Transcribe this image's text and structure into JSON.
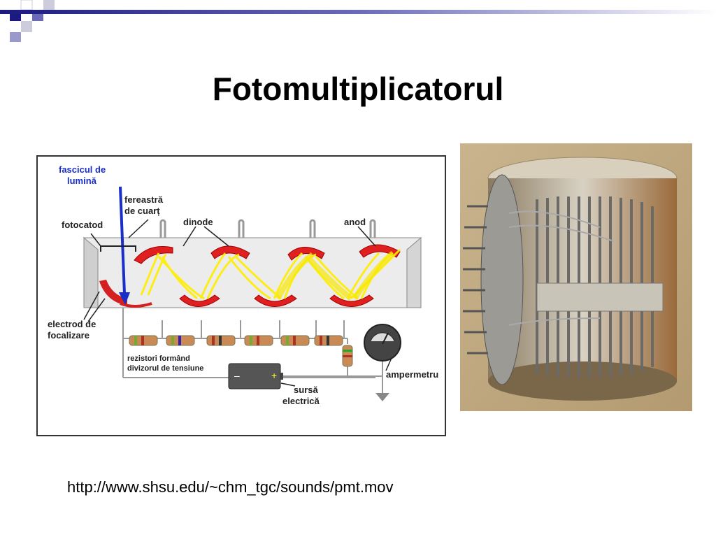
{
  "slide": {
    "title": "Fotomultiplicatorul",
    "link": "http://www.shsu.edu/~chm_tgc/sounds/pmt.mov"
  },
  "diagram": {
    "labels": {
      "beam_line1": "fascicul de",
      "beam_line2": "lumină",
      "window_line1": "fereastră",
      "window_line2": "de cuarț",
      "photocathode": "fotocatod",
      "dynodes": "dinode",
      "anode": "anod",
      "focus_line1": "electrod de",
      "focus_line2": "focalizare",
      "resistors_line1": "rezistori formând",
      "resistors_line2": "divizorul de tensiune",
      "ammeter": "ampermetru",
      "source_line1": "sursă",
      "source_line2": "electrică"
    }
  },
  "colors": {
    "beam": "#1a2fc8",
    "dynode": "#e02020",
    "electrons": "#ffee00",
    "accent_dark": "#1a1a80",
    "accent_mid": "#6a6ab8"
  }
}
